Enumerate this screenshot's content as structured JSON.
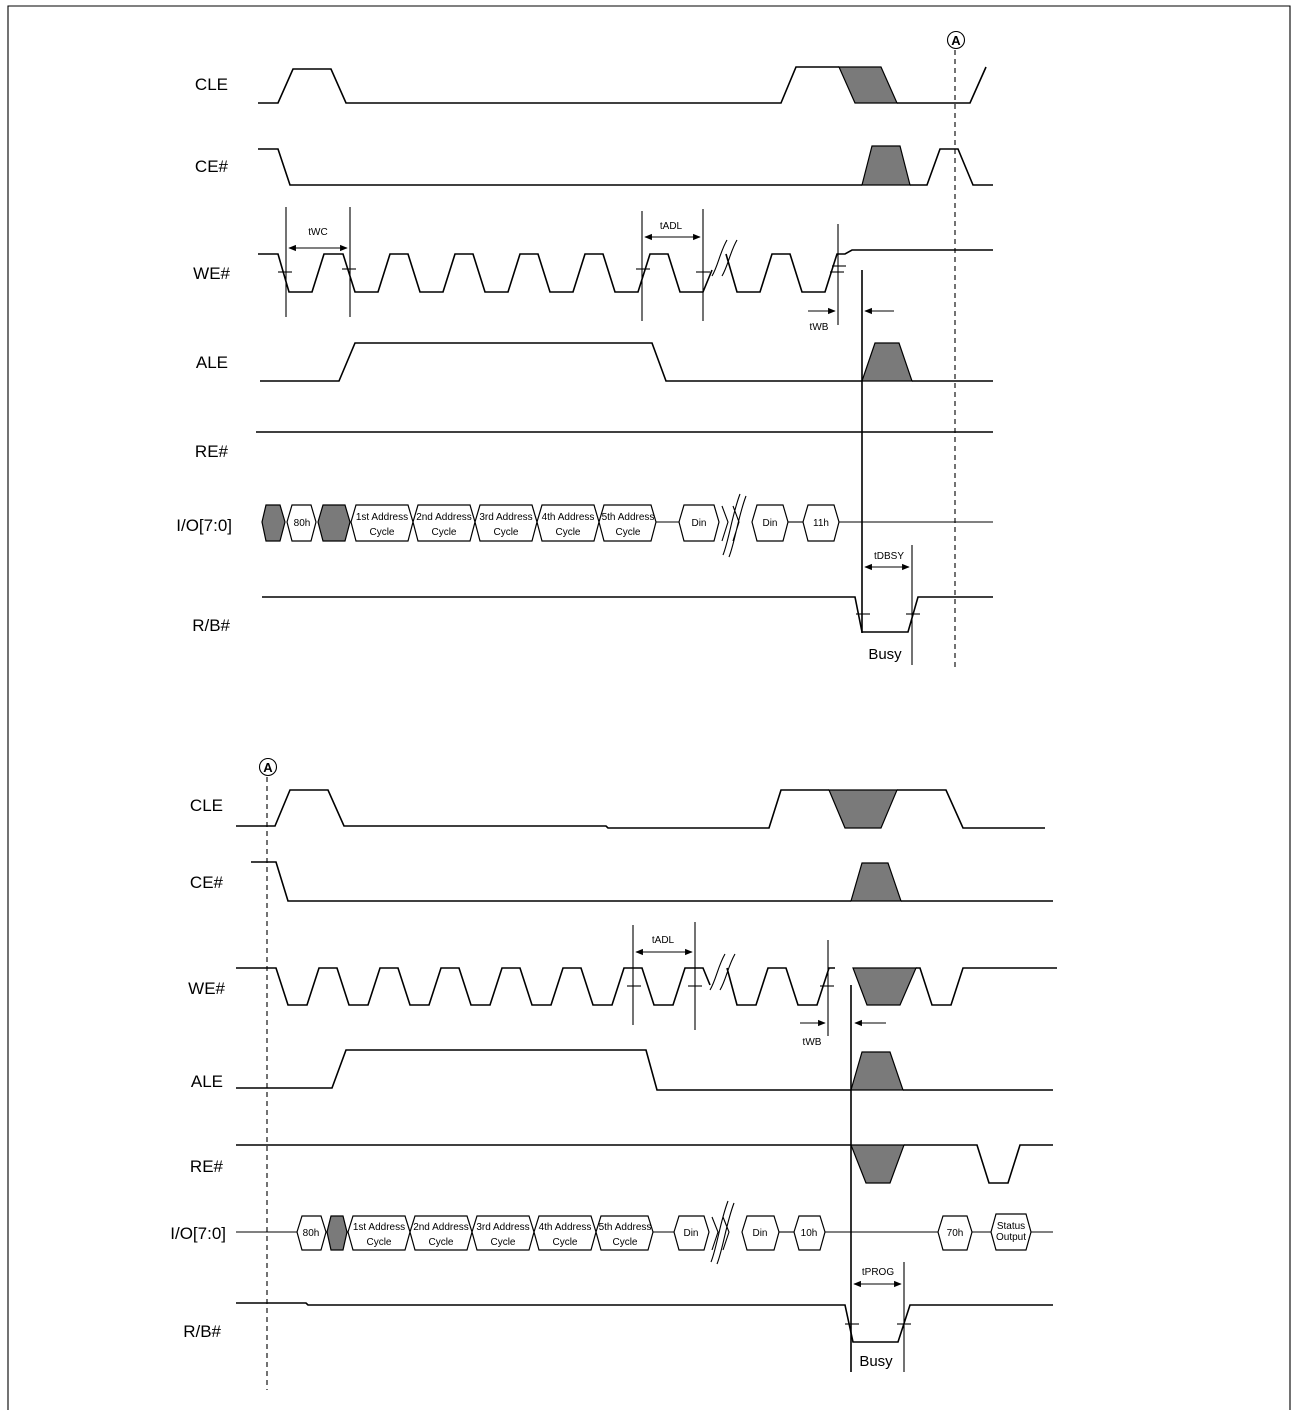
{
  "signals": {
    "cle": "CLE",
    "ce": "CE#",
    "we": "WE#",
    "ale": "ALE",
    "re": "RE#",
    "io": "I/O[7:0]",
    "rb": "R/B#"
  },
  "marker": "A",
  "timing": {
    "twc": "tWC",
    "tadl": "tADL",
    "twb": "tWB",
    "tdbsy": "tDBSY",
    "tprog": "tPROG"
  },
  "busy": "Busy",
  "bus_top": {
    "cmd1": "80h",
    "addr1": [
      "1st Address",
      "Cycle"
    ],
    "addr2": [
      "2nd Address",
      "Cycle"
    ],
    "addr3": [
      "3rd Address",
      "Cycle"
    ],
    "addr4": [
      "4th Address",
      "Cycle"
    ],
    "addr5": [
      "5th Address",
      "Cycle"
    ],
    "din1": "Din",
    "din2": "Din",
    "cmd2": "11h"
  },
  "bus_bottom": {
    "cmd1": "80h",
    "addr1": [
      "1st Address",
      "Cycle"
    ],
    "addr2": [
      "2nd Address",
      "Cycle"
    ],
    "addr3": [
      "3rd Address",
      "Cycle"
    ],
    "addr4": [
      "4th Address",
      "Cycle"
    ],
    "addr5": [
      "5th Address",
      "Cycle"
    ],
    "din1": "Din",
    "din2": "Din",
    "cmd2": "10h",
    "cmd3": "70h",
    "status": [
      "Status",
      "Output"
    ]
  }
}
